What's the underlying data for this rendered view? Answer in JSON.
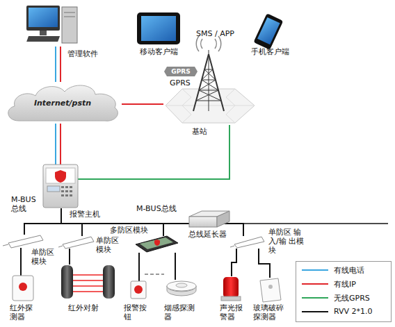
{
  "diagram": {
    "nodes": [
      {
        "text": [
          "管理软件"
        ]
      },
      {
        "text": [
          "移动客户端"
        ]
      },
      {
        "text": [
          "手机客户端"
        ]
      },
      {
        "text": [
          "Internet/pstn"
        ]
      },
      {
        "text": [
          "基站"
        ]
      },
      {
        "text": [
          "报警主机"
        ]
      },
      {
        "text": [
          "单防区 模块"
        ]
      },
      {
        "text": [
          "单防区 模块"
        ]
      },
      {
        "text": [
          "多防区模块"
        ]
      },
      {
        "text": [
          "总线延长器"
        ]
      },
      {
        "text": [
          "单防区 输入/输 出模块"
        ]
      },
      {
        "text": [
          "红外探 测器"
        ]
      },
      {
        "text": [
          "红外对射"
        ]
      },
      {
        "text": [
          "报警按 钮"
        ]
      },
      {
        "text": [
          "烟感探测 器"
        ]
      },
      {
        "text": [
          "声光报 警器"
        ]
      },
      {
        "text": [
          "玻璃破碎 探测器"
        ]
      }
    ],
    "edges": [
      {
        "from": 0,
        "to": 3,
        "arrow": "none"
      },
      {
        "from": 0,
        "to": 3,
        "arrow": "none"
      },
      {
        "from": 3,
        "to": 5,
        "arrow": "none"
      },
      {
        "from": 3,
        "to": 5,
        "arrow": "none"
      },
      {
        "from": 3,
        "to": 4,
        "arrow": "none"
      },
      {
        "from": 4,
        "to": 5,
        "arrow": "none"
      },
      {
        "from": 5,
        "to": 6,
        "arrow": "none"
      },
      {
        "from": 5,
        "to": 7,
        "arrow": "none"
      },
      {
        "from": 5,
        "to": 8,
        "arrow": "none"
      },
      {
        "from": 5,
        "to": 9,
        "arrow": "none"
      },
      {
        "from": 5,
        "to": 10,
        "arrow": "none"
      },
      {
        "from": 6,
        "to": 11,
        "arrow": "none"
      },
      {
        "from": 7,
        "to": 12,
        "arrow": "none"
      },
      {
        "from": 8,
        "to": 13,
        "arrow": "none"
      },
      {
        "from": 8,
        "to": 14,
        "arrow": "none"
      },
      {
        "from": 10,
        "to": 15,
        "arrow": "none"
      },
      {
        "from": 10,
        "to": 16,
        "arrow": "none"
      }
    ],
    "labels": [
      "SMS / APP",
      "GPRS",
      "GPRS",
      "M-BUS 总线",
      "M-BUS总线"
    ],
    "legend": [
      {
        "text": "有线电话"
      },
      {
        "text": "有线IP"
      },
      {
        "text": "无线GPRS"
      },
      {
        "text": "RVV 2*1.0"
      }
    ]
  }
}
